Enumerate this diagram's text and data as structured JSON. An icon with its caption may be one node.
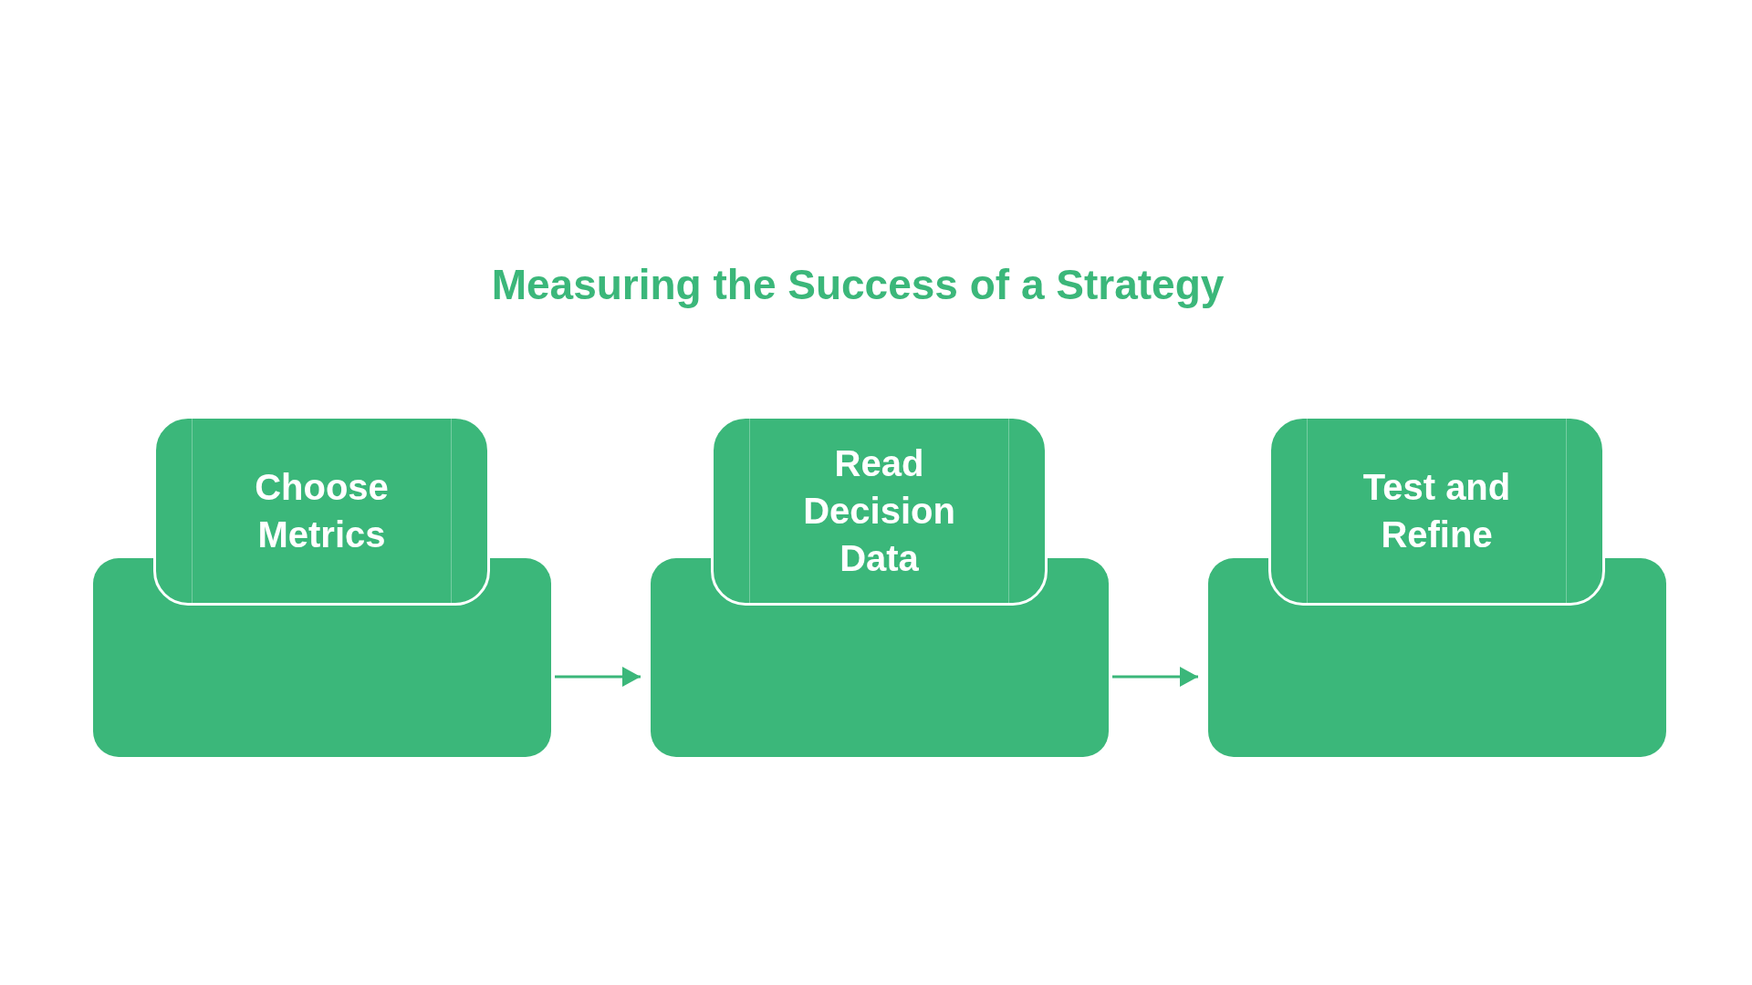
{
  "diagram": {
    "title": "Measuring the Success of a Strategy",
    "nodes": [
      {
        "text": [
          "Choose Metrics"
        ]
      },
      {
        "text": [],
        "shape": "box"
      },
      {
        "text": [
          "Read Decision Data"
        ]
      },
      {
        "text": [],
        "shape": "box"
      },
      {
        "text": [
          "Test and Refine"
        ]
      },
      {
        "text": [],
        "shape": "box"
      }
    ],
    "edges": [
      {
        "from": 1,
        "to": 3,
        "arrow": "to"
      },
      {
        "from": 3,
        "to": 5,
        "arrow": "to"
      }
    ]
  }
}
